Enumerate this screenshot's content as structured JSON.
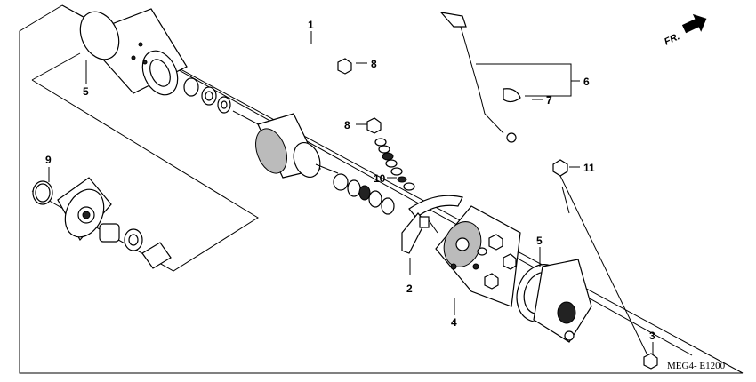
{
  "direction_label": "FR.",
  "diagram_code": "MEG4- E1200",
  "callouts": {
    "c1": "1",
    "c2": "2",
    "c3": "3",
    "c4": "4",
    "c5_top": "5",
    "c5_right": "5",
    "c6": "6",
    "c7": "7",
    "c8_top": "8",
    "c8_mid": "8",
    "c9": "9",
    "c10": "10",
    "c11": "11"
  }
}
